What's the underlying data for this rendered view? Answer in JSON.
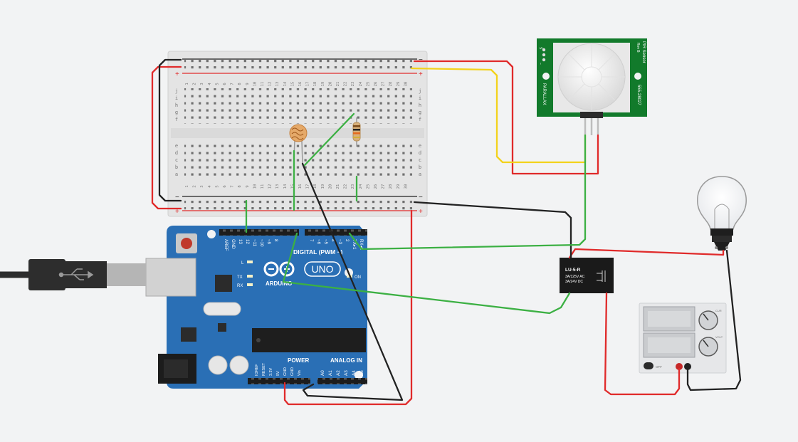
{
  "colors": {
    "background": "#f2f3f4",
    "arduino_board": "#2a6fb5",
    "breadboard": "#e4e4e4",
    "pir_board": "#127a2b",
    "wire_red": "#e02a2a",
    "wire_black": "#222222",
    "wire_green": "#3cb043",
    "wire_yellow": "#f3d21c"
  },
  "arduino": {
    "digital_label": "DIGITAL (PWM ~)",
    "model_label": "UNO",
    "brand_label": "ARDUINO",
    "power_label": "POWER",
    "analog_label": "ANALOG IN",
    "led_l": "L",
    "led_tx": "TX",
    "led_rx": "RX",
    "led_on": "ON",
    "digital_pins": [
      "AREF",
      "GND",
      "13",
      "12",
      "~11",
      "~10",
      "~9",
      "8",
      "7",
      "~6",
      "~5",
      "4",
      "~3",
      "2",
      "TX▸1",
      "RX◂0"
    ],
    "power_pins": [
      "IOREF",
      "RESET",
      "3.3V",
      "5V",
      "GND",
      "GND",
      "Vin"
    ],
    "analog_pins": [
      "A0",
      "A1",
      "A2",
      "A3",
      "A4",
      "A5"
    ]
  },
  "breadboard": {
    "row_letters_top": [
      "j",
      "i",
      "h",
      "g",
      "f"
    ],
    "row_letters_bottom": [
      "e",
      "d",
      "c",
      "b",
      "a"
    ],
    "columns": [
      "1",
      "2",
      "3",
      "4",
      "5",
      "6",
      "7",
      "8",
      "9",
      "10",
      "11",
      "12",
      "13",
      "14",
      "15",
      "16",
      "17",
      "18",
      "19",
      "20",
      "21",
      "22",
      "23",
      "24",
      "25",
      "26",
      "27",
      "28",
      "29",
      "30"
    ],
    "rail_minus": "−",
    "rail_plus": "+"
  },
  "pir": {
    "title": "PIR Sensor",
    "rev": "Rev B",
    "brand": "PARALLAX",
    "part": "555-28027",
    "pin_labels": [
      "S",
      "+",
      "−"
    ]
  },
  "relay": {
    "name": "LU-5-R",
    "spec_ac": "3A/125V AC",
    "spec_dc": "3A/24V  DC"
  },
  "power_supply": {
    "off_label": "OFF",
    "knob_top_label": "CUR",
    "knob_bottom_label": "VOLT"
  }
}
